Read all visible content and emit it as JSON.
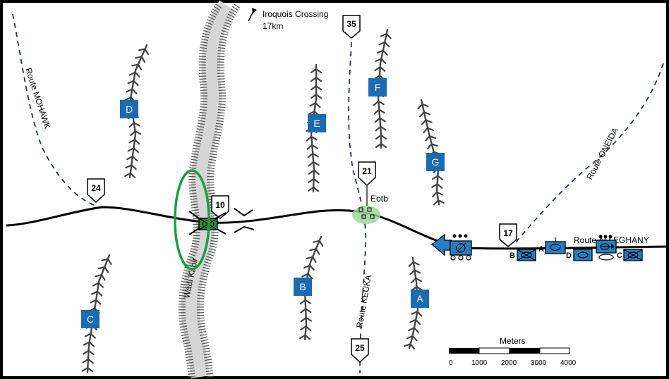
{
  "map": {
    "routes": [
      {
        "name": "Route MOHAWK",
        "label": "Route MOHAWK"
      },
      {
        "name": "Route KEUKA",
        "label": "Route KEUKA"
      },
      {
        "name": "Route ONEIDA",
        "label": "Route ONEIDA"
      },
      {
        "name": "Route ALLEGHANY",
        "label": "Route ALLEGHANY"
      }
    ],
    "terrain": {
      "wadi_label": "Wadi Kabir",
      "crossing_label_line1": "Iroquois Crossing",
      "crossing_label_line2": "17km"
    },
    "objectives": [
      "A",
      "B",
      "C",
      "D",
      "E",
      "F",
      "G"
    ],
    "checkpoints": [
      "35",
      "24",
      "10",
      "21",
      "17",
      "25"
    ],
    "place_label": "Eotb",
    "vehicle_letters": [
      "B",
      "A",
      "D",
      "C"
    ],
    "scale": {
      "title": "Meters",
      "ticks": [
        "0",
        "1000",
        "2000",
        "3000",
        "4000"
      ]
    },
    "colors": {
      "objective": "#1a6bb0",
      "unit_friendly": "#2580c3",
      "enemy_unit": "#2e8b3e",
      "axis_arrow": "#2580c3",
      "green_ellipse": "#18a040",
      "route_dash": "#1f3550"
    }
  }
}
